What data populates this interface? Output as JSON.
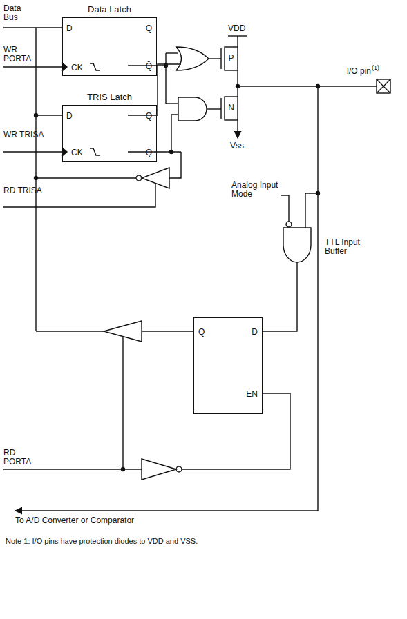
{
  "diagram": {
    "nodes": [
      {
        "text": [
          "Data Latch",
          "D",
          "Q",
          "CK",
          "Q̄"
        ]
      },
      {
        "text": [
          "TRIS Latch",
          "D",
          "Q",
          "CK",
          "Q̄"
        ]
      },
      {
        "text": [
          "Q",
          "D",
          "EN"
        ]
      }
    ],
    "edges": [
      {
        "from": 0,
        "to": 1,
        "arrow": "none"
      }
    ],
    "labels": [
      "Data Bus",
      "WR PORTA",
      "WR TRISA",
      "RD TRISA",
      "VDD",
      "P",
      "N",
      "Vss",
      "I/O pin",
      "(1)",
      "Analog Input Mode",
      "TTL Input Buffer",
      "RD PORTA",
      "To A/D Converter or Comparator",
      "Note 1: I/O pins have protection diodes to VDD and VSS."
    ]
  }
}
